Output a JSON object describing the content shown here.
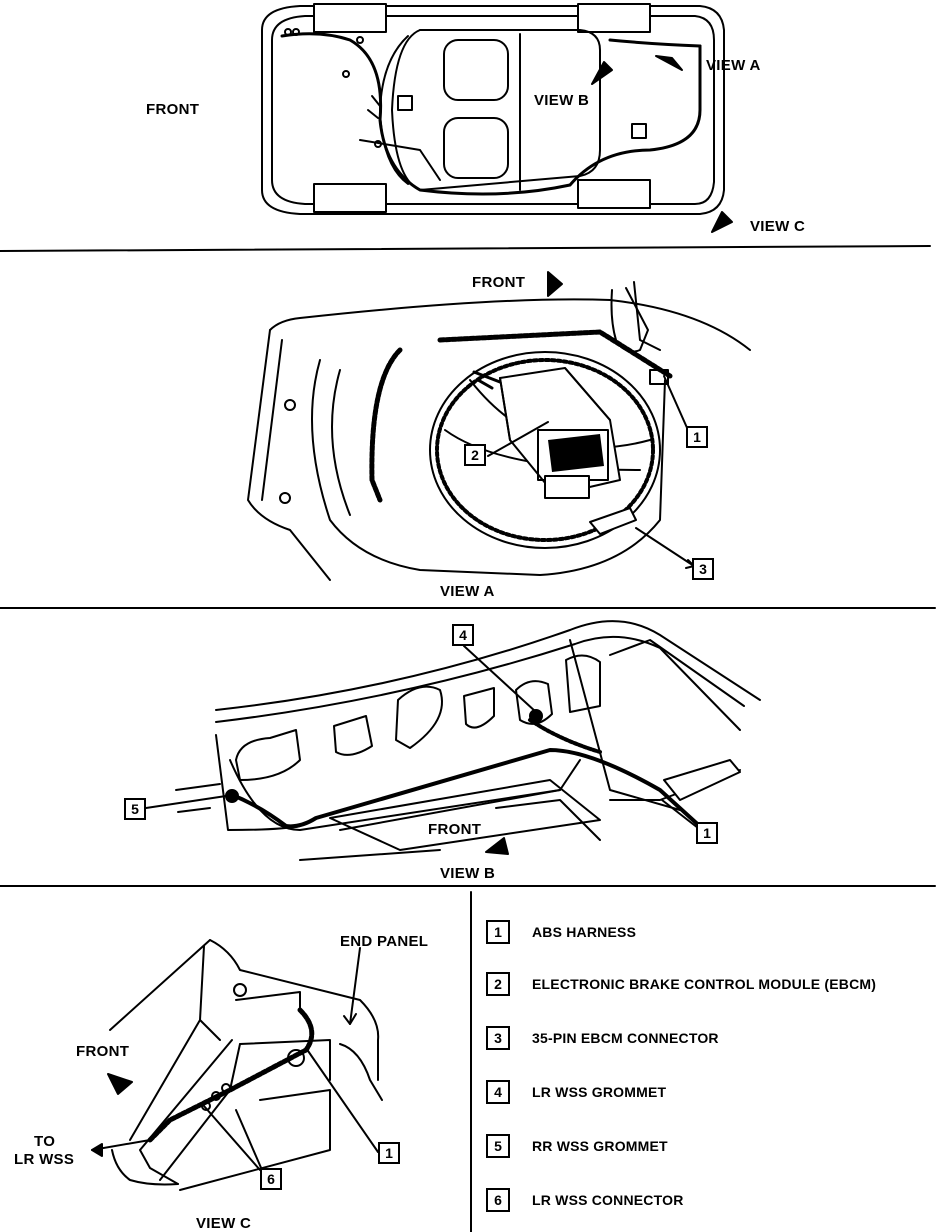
{
  "panel_top": {
    "front_label": "FRONT",
    "view_a_label": "VIEW A",
    "view_b_label": "VIEW B",
    "view_c_label": "VIEW C"
  },
  "panel_view_a": {
    "front_label": "FRONT",
    "caption": "VIEW A",
    "callouts": [
      "1",
      "2",
      "3"
    ]
  },
  "panel_view_b": {
    "front_label": "FRONT",
    "caption": "VIEW B",
    "callouts": [
      "4",
      "5",
      "1"
    ]
  },
  "panel_view_c": {
    "end_panel_label": "END PANEL",
    "front_label": "FRONT",
    "to_label_line1": "TO",
    "to_label_line2": "LR WSS",
    "caption": "VIEW C",
    "callouts": [
      "1",
      "6"
    ]
  },
  "legend": [
    {
      "num": "1",
      "text": "ABS HARNESS"
    },
    {
      "num": "2",
      "text": "ELECTRONIC BRAKE CONTROL MODULE (EBCM)"
    },
    {
      "num": "3",
      "text": "35-PIN EBCM CONNECTOR"
    },
    {
      "num": "4",
      "text": "LR WSS GROMMET"
    },
    {
      "num": "5",
      "text": "RR WSS GROMMET"
    },
    {
      "num": "6",
      "text": "LR WSS CONNECTOR"
    }
  ]
}
